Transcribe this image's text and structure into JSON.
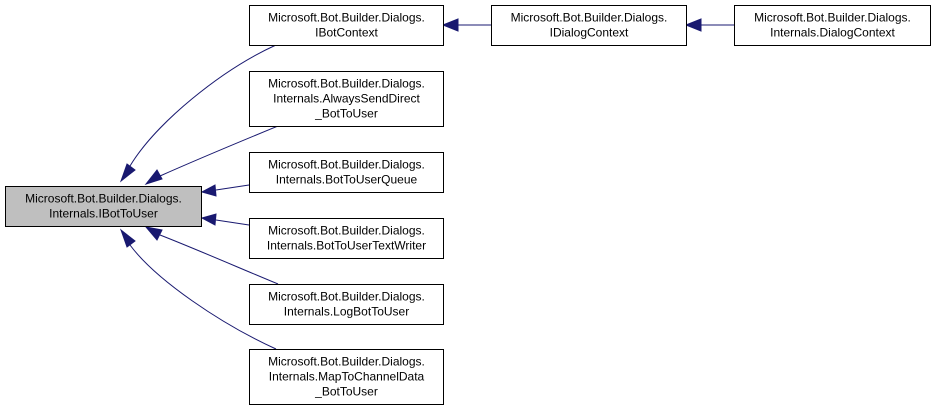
{
  "diagram": {
    "nodes": [
      {
        "id": "ibottouser",
        "lines": [
          "Microsoft.Bot.Builder.Dialogs.",
          "Internals.IBotToUser"
        ],
        "focus": true
      },
      {
        "id": "ibotcontext",
        "lines": [
          "Microsoft.Bot.Builder.Dialogs.",
          "IBotContext"
        ]
      },
      {
        "id": "idialogcontext",
        "lines": [
          "Microsoft.Bot.Builder.Dialogs.",
          "IDialogContext"
        ]
      },
      {
        "id": "dialogcontext",
        "lines": [
          "Microsoft.Bot.Builder.Dialogs.",
          "Internals.DialogContext"
        ]
      },
      {
        "id": "alwayssenddirect",
        "lines": [
          "Microsoft.Bot.Builder.Dialogs.",
          "Internals.AlwaysSendDirect",
          "_BotToUser"
        ]
      },
      {
        "id": "bottouserqueue",
        "lines": [
          "Microsoft.Bot.Builder.Dialogs.",
          "Internals.BotToUserQueue"
        ]
      },
      {
        "id": "bottousertextwriter",
        "lines": [
          "Microsoft.Bot.Builder.Dialogs.",
          "Internals.BotToUserTextWriter"
        ]
      },
      {
        "id": "logbottouser",
        "lines": [
          "Microsoft.Bot.Builder.Dialogs.",
          "Internals.LogBotToUser"
        ]
      },
      {
        "id": "maptochanneldata",
        "lines": [
          "Microsoft.Bot.Builder.Dialogs.",
          "Internals.MapToChannelData",
          "_BotToUser"
        ]
      }
    ],
    "edges": [
      {
        "from": "ibotcontext",
        "to": "ibottouser"
      },
      {
        "from": "alwayssenddirect",
        "to": "ibottouser"
      },
      {
        "from": "bottouserqueue",
        "to": "ibottouser"
      },
      {
        "from": "bottousertextwriter",
        "to": "ibottouser"
      },
      {
        "from": "logbottouser",
        "to": "ibottouser"
      },
      {
        "from": "maptochanneldata",
        "to": "ibottouser"
      },
      {
        "from": "idialogcontext",
        "to": "ibotcontext"
      },
      {
        "from": "dialogcontext",
        "to": "idialogcontext"
      }
    ],
    "colors": {
      "edge": "#191970",
      "focus_fill": "#bfbfbf",
      "node_fill": "#ffffff",
      "border": "#000000"
    }
  }
}
